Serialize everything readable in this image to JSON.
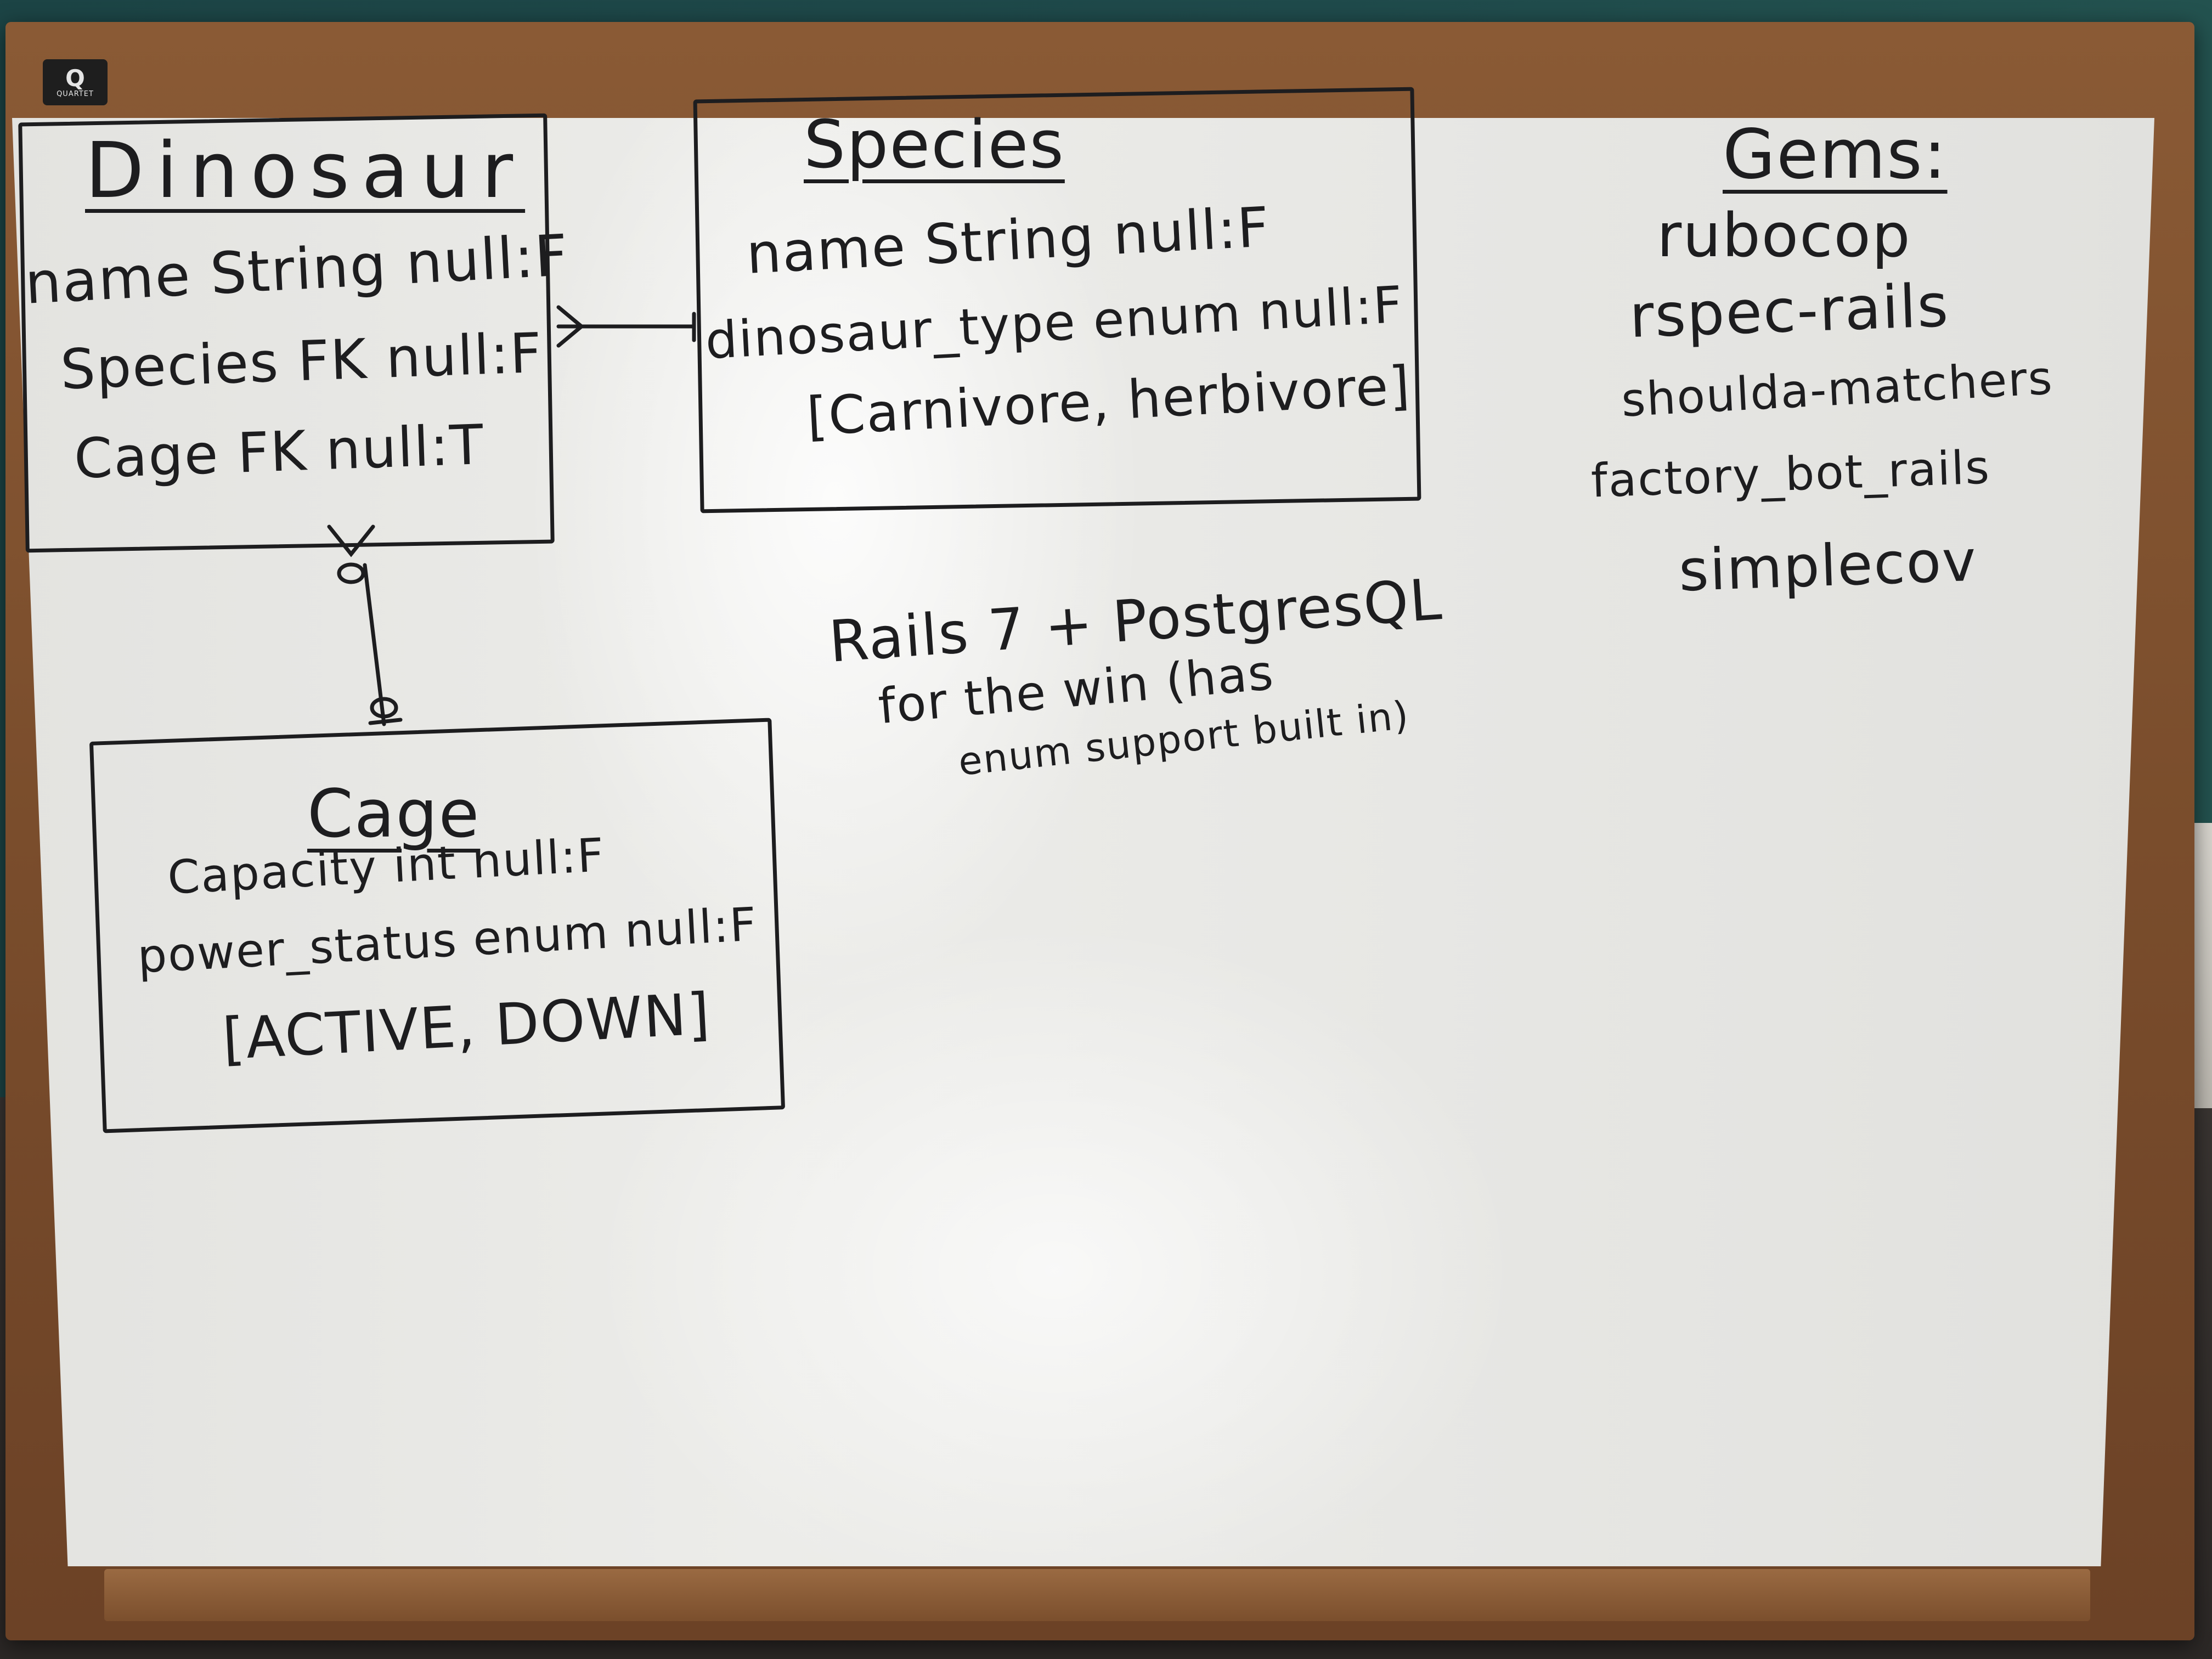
{
  "brand": {
    "logo_letter": "Q",
    "logo_word": "QUARTET"
  },
  "dinosaur": {
    "title": "Dinosaur",
    "fields": [
      "name String null:F",
      "Species FK null:F",
      "Cage FK null:T"
    ]
  },
  "species": {
    "title": "Species",
    "fields": [
      "name String null:F",
      "dinosaur_type enum null:F",
      "[Carnivore, herbivore]"
    ]
  },
  "cage": {
    "title": "Cage",
    "fields": [
      "Capacity int null:F",
      "power_status enum null:F",
      "[ACTIVE, DOWN]"
    ]
  },
  "gems": {
    "title": "Gems:",
    "items": [
      "rubocop",
      "rspec-rails",
      "shoulda-matchers",
      "factory_bot_rails",
      "simplecov"
    ]
  },
  "note": {
    "lines": [
      "Rails 7 + PostgresQL",
      "for the win (has",
      "enum support built in)"
    ]
  }
}
